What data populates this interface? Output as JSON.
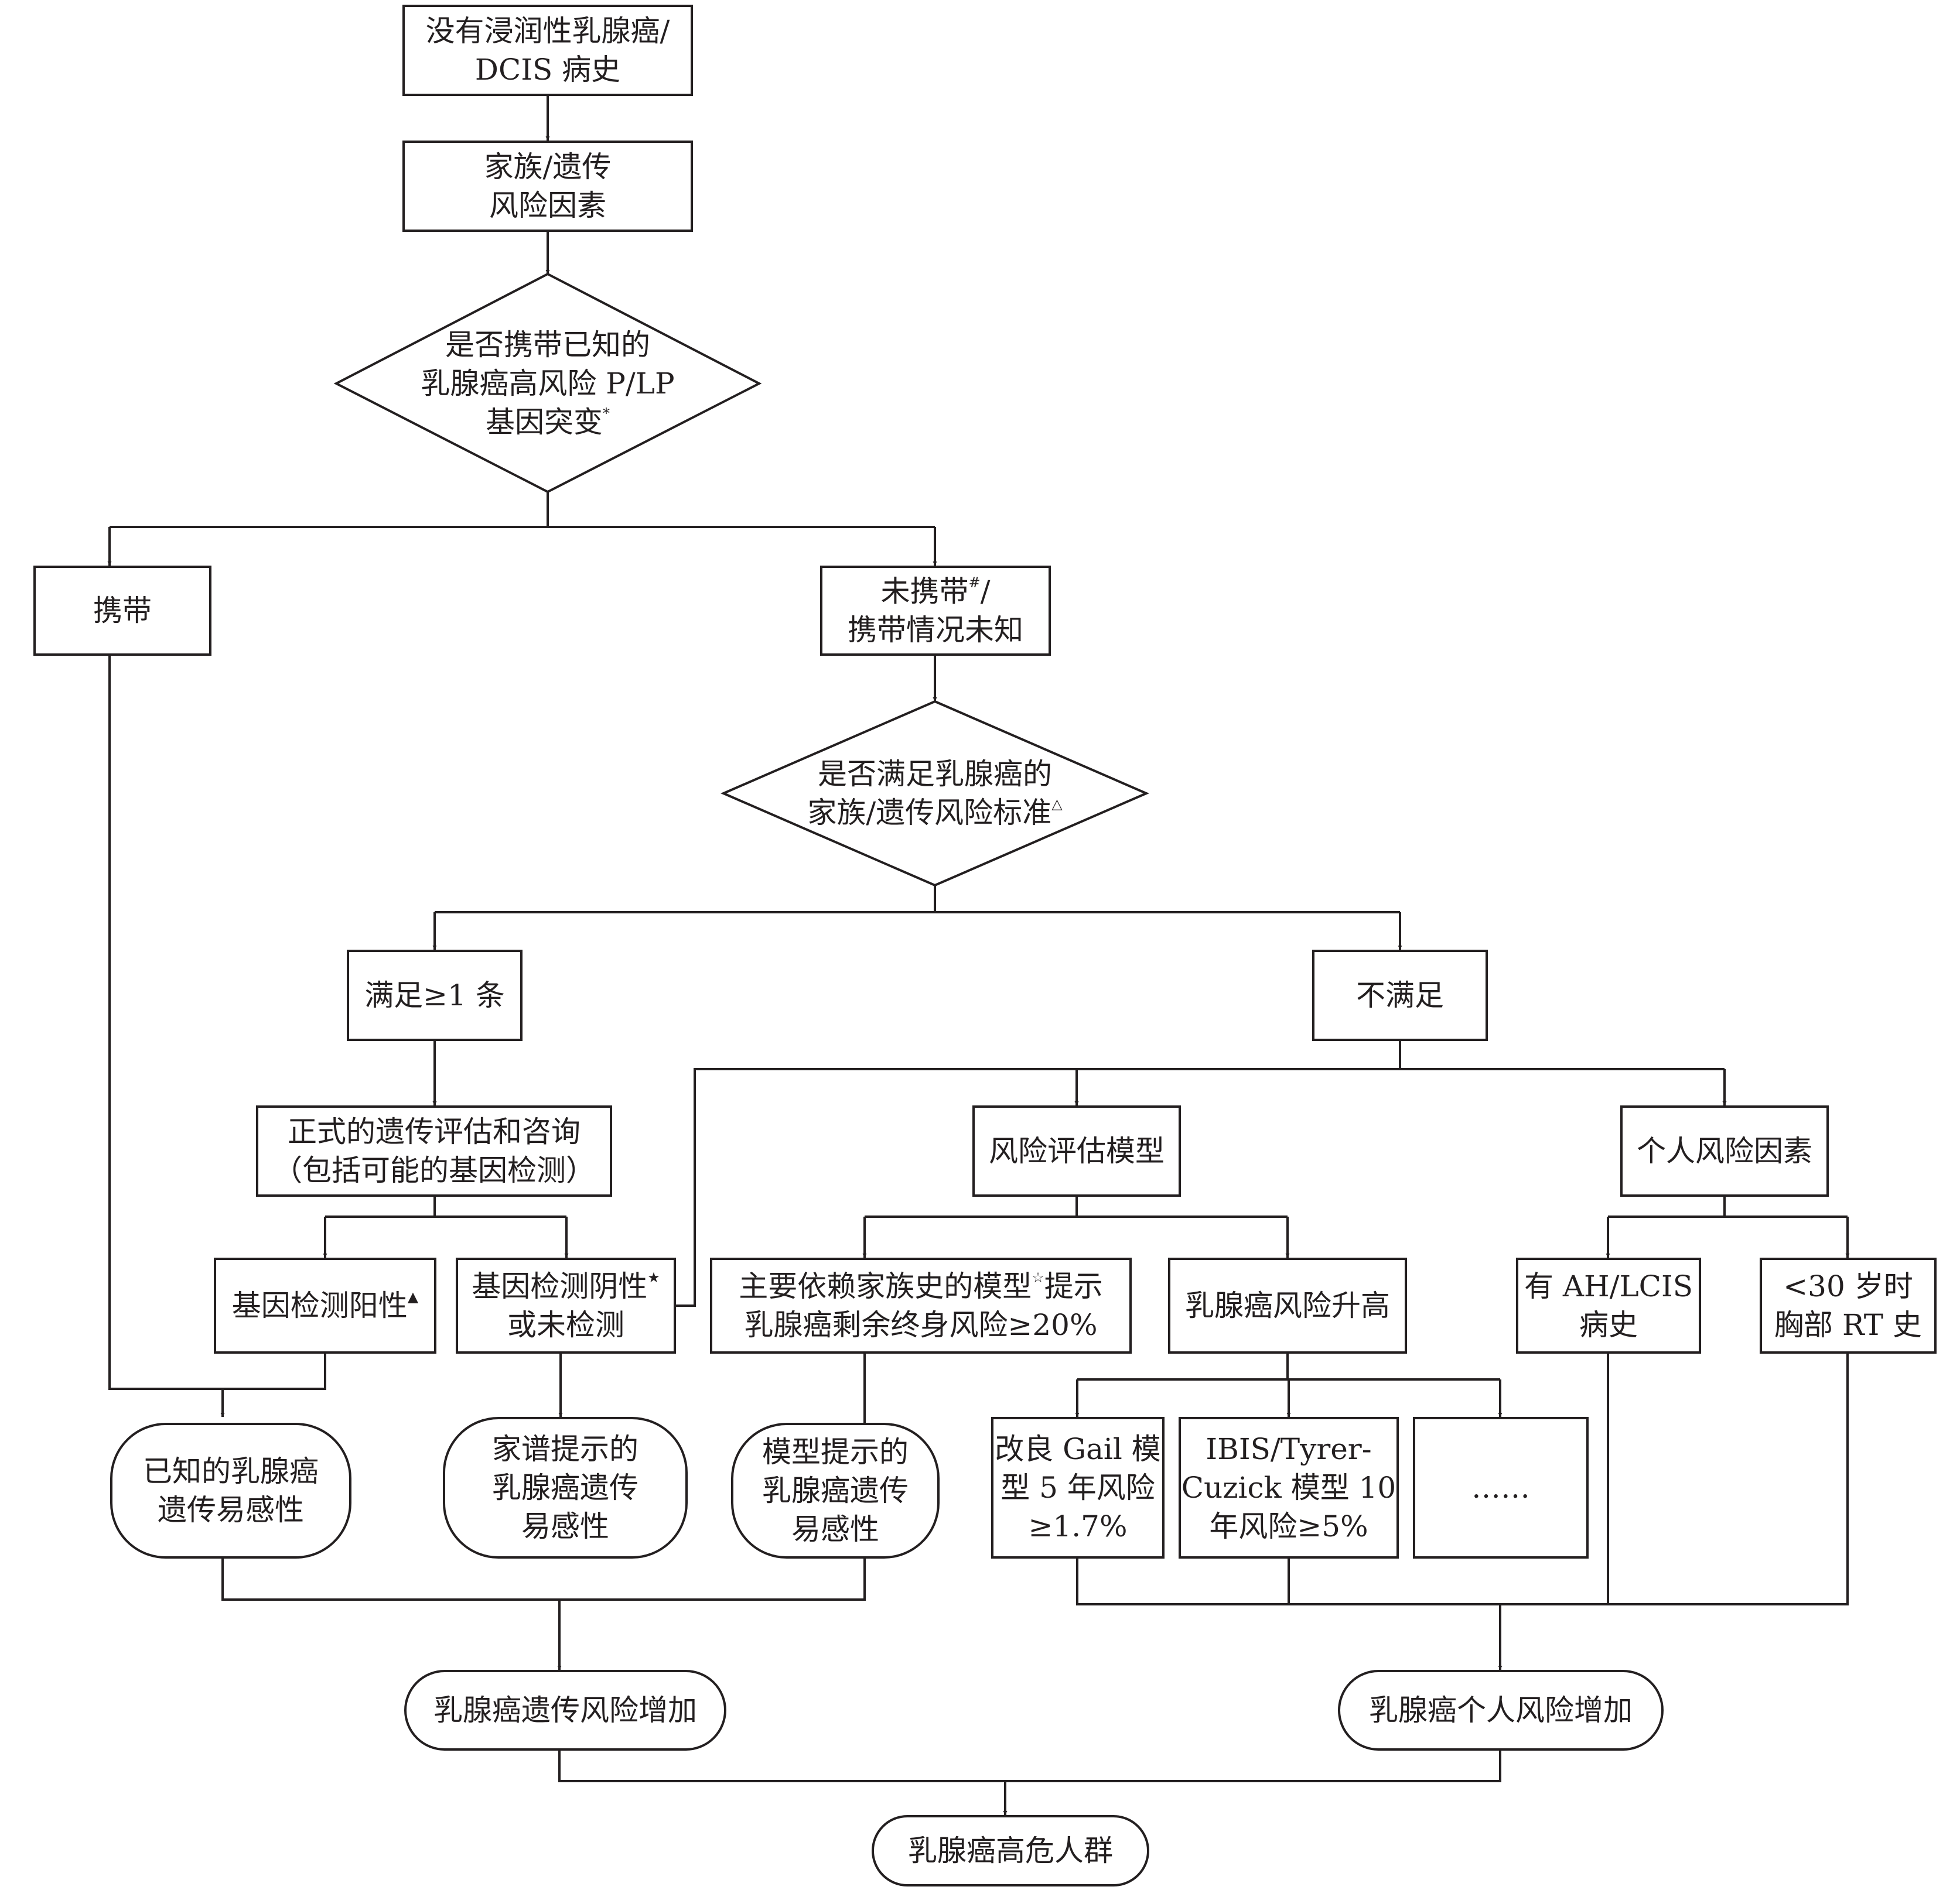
{
  "nodes": {
    "start": {
      "lines": [
        "没有浸润性乳腺癌/",
        "DCIS 病史"
      ]
    },
    "family": {
      "lines": [
        "家族/遗传",
        "风险因素"
      ]
    },
    "q_carrier": {
      "lines": [
        "是否携带已知的",
        "乳腺癌高风险 P/LP",
        "基因突变"
      ],
      "mark": "*"
    },
    "carrier": {
      "lines": [
        "携带"
      ]
    },
    "noncarrier": {
      "lines": [
        "未携带",
        "/携带情况未知"
      ],
      "mark": "#"
    },
    "q_criteria": {
      "lines": [
        "是否满足乳腺癌的",
        "家族/遗传风险标准"
      ],
      "mark": "△"
    },
    "meets": {
      "lines": [
        "满足≥1 条"
      ]
    },
    "not_meets": {
      "lines": [
        "不满足"
      ]
    },
    "counsel": {
      "lines": [
        "正式的遗传评估和咨询",
        "（包括可能的基因检测）"
      ]
    },
    "gene_pos": {
      "lines": [
        "基因检测阳性"
      ],
      "mark": "▲"
    },
    "gene_neg": {
      "lines": [
        "基因检测阴性",
        "或未检测"
      ],
      "mark": "★"
    },
    "risk_model": {
      "lines": [
        "风险评估模型"
      ]
    },
    "personal": {
      "lines": [
        "个人风险因素"
      ]
    },
    "family_model": {
      "lines": [
        "主要依赖家族史的模型",
        "提示",
        "乳腺癌剩余终身风险≥20%"
      ],
      "mark": "☆"
    },
    "elevated": {
      "lines": [
        "乳腺癌风险升高"
      ]
    },
    "ah_lcis": {
      "lines": [
        "有 AH/LCIS",
        "病史"
      ]
    },
    "rt": {
      "lines": [
        "<30 岁时",
        "胸部 RT 史"
      ]
    },
    "gail": {
      "lines": [
        "改良 Gail 模",
        "型 5 年风险",
        "≥1.7%"
      ]
    },
    "ibis": {
      "lines": [
        "IBIS/Tyrer-",
        "Cuzick 模型 10",
        "年风险≥5%"
      ]
    },
    "etc": {
      "lines": [
        "……"
      ]
    },
    "known_genetic": {
      "lines": [
        "已知的乳腺癌",
        "遗传易感性"
      ]
    },
    "pedigree": {
      "lines": [
        "家谱提示的",
        "乳腺癌遗传",
        "易感性"
      ]
    },
    "model_genetic": {
      "lines": [
        "模型提示的",
        "乳腺癌遗传",
        "易感性"
      ]
    },
    "genetic_up": {
      "lines": [
        "乳腺癌遗传风险增加"
      ]
    },
    "personal_up": {
      "lines": [
        "乳腺癌个人风险增加"
      ]
    },
    "high_risk": {
      "lines": [
        "乳腺癌高危人群"
      ]
    }
  },
  "colors": {
    "stroke": "#231f20",
    "fill": "#ffffff"
  }
}
